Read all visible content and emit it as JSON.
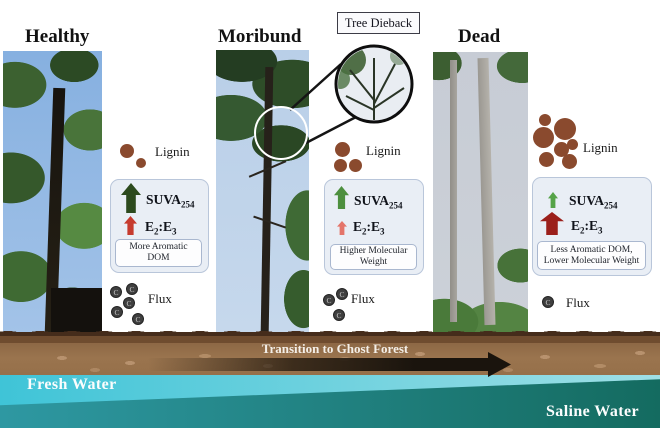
{
  "stages": [
    {
      "title": "Healthy",
      "lignin_label": "Lignin",
      "suva": {
        "text": "SUVA",
        "sub": "254"
      },
      "e2e3": {
        "e1": "E",
        "s1": "2",
        "colon": ":",
        "e2": "E",
        "s2": "3"
      },
      "suva_trend": "strong increase",
      "e2e3_trend": "moderate increase",
      "note": "More Aromatic DOM",
      "flux_label": "Flux"
    },
    {
      "title": "Moribund",
      "lignin_label": "Lignin",
      "suva": {
        "text": "SUVA",
        "sub": "254"
      },
      "e2e3": {
        "e1": "E",
        "s1": "2",
        "colon": ":",
        "e2": "E",
        "s2": "3"
      },
      "suva_trend": "moderate increase",
      "e2e3_trend": "slight increase",
      "note": "Higher Molecular Weight",
      "flux_label": "Flux"
    },
    {
      "title": "Dead",
      "lignin_label": "Lignin",
      "suva": {
        "text": "SUVA",
        "sub": "254"
      },
      "e2e3": {
        "e1": "E",
        "s1": "2",
        "colon": ":",
        "e2": "E",
        "s2": "3"
      },
      "suva_trend": "slight increase",
      "e2e3_trend": "strong increase",
      "note": "Less Aromatic DOM, Lower Molecular Weight",
      "flux_label": "Flux"
    }
  ],
  "callout_label": "Tree Dieback",
  "banner_text": "Transition to Ghost Forest",
  "water": {
    "fresh_label": "Fresh Water",
    "saline_label": "Saline Water"
  },
  "flux_symbol": "C",
  "colors": {
    "lignin_particle": "#8a4a2e",
    "flux_particle": "#3f3f3f",
    "suva_arrow_strong": "#2c4a1d",
    "suva_arrow_moderate": "#4d8f3e",
    "suva_arrow_slight": "#55a348",
    "e2e3_arrow_moderate": "#c63b2e",
    "e2e3_arrow_slight": "#e4756a",
    "e2e3_arrow_strong": "#9b1f1a",
    "soil": "#9a744e",
    "fresh_water": "#3fc4d7",
    "saline_water": "#146b60",
    "panel_bg": "#e9eef5"
  }
}
